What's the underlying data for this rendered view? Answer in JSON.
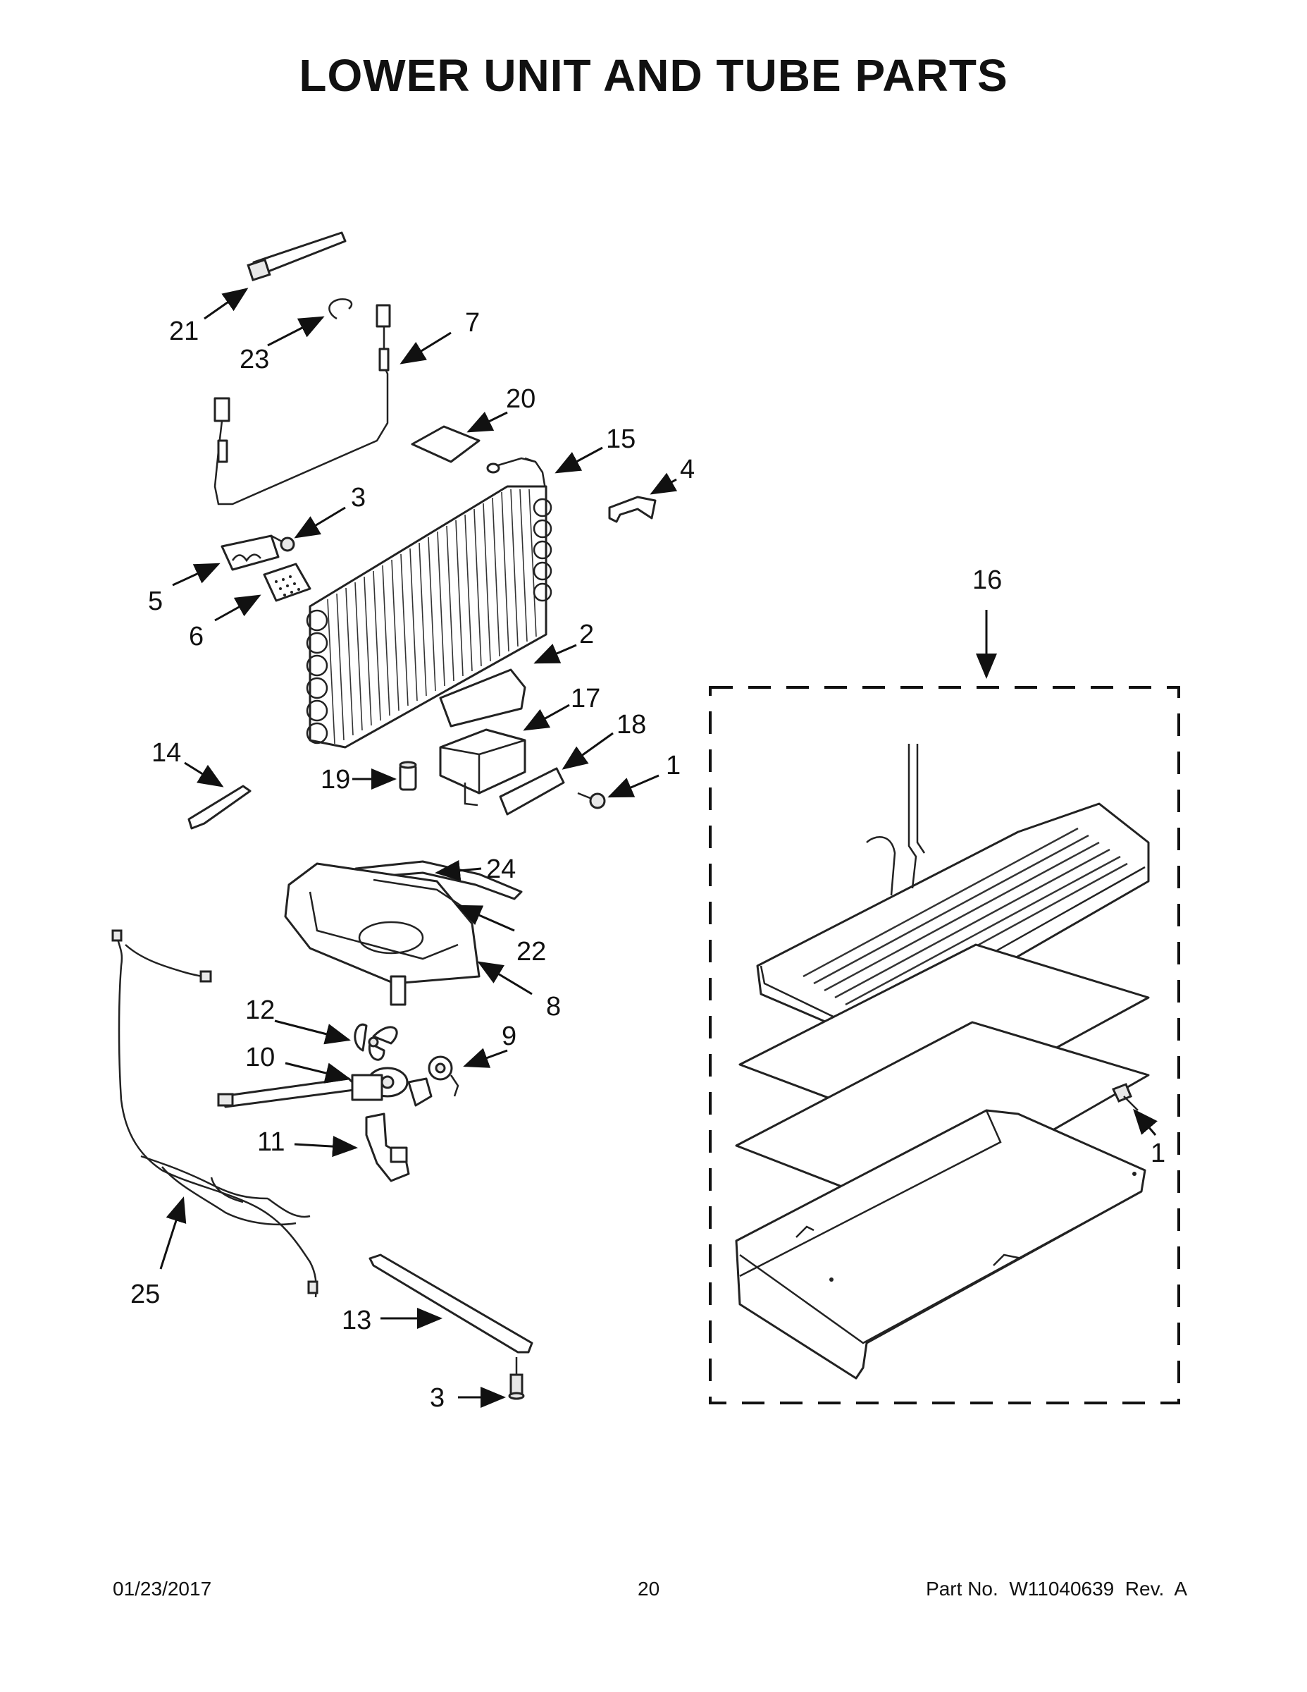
{
  "title": "LOWER UNIT AND TUBE PARTS",
  "callouts": {
    "c1a": "1",
    "c1b": "1",
    "c2": "2",
    "c3a": "3",
    "c3b": "3",
    "c4": "4",
    "c5": "5",
    "c6": "6",
    "c7": "7",
    "c8": "8",
    "c9": "9",
    "c10": "10",
    "c11": "11",
    "c12": "12",
    "c13": "13",
    "c14": "14",
    "c15": "15",
    "c16": "16",
    "c17": "17",
    "c18": "18",
    "c19": "19",
    "c20": "20",
    "c21": "21",
    "c22": "22",
    "c23": "23",
    "c24": "24",
    "c25": "25"
  },
  "footer": {
    "date": "01/23/2017",
    "page": "20",
    "part_no": "Part No.  W11040639  Rev.  A"
  }
}
